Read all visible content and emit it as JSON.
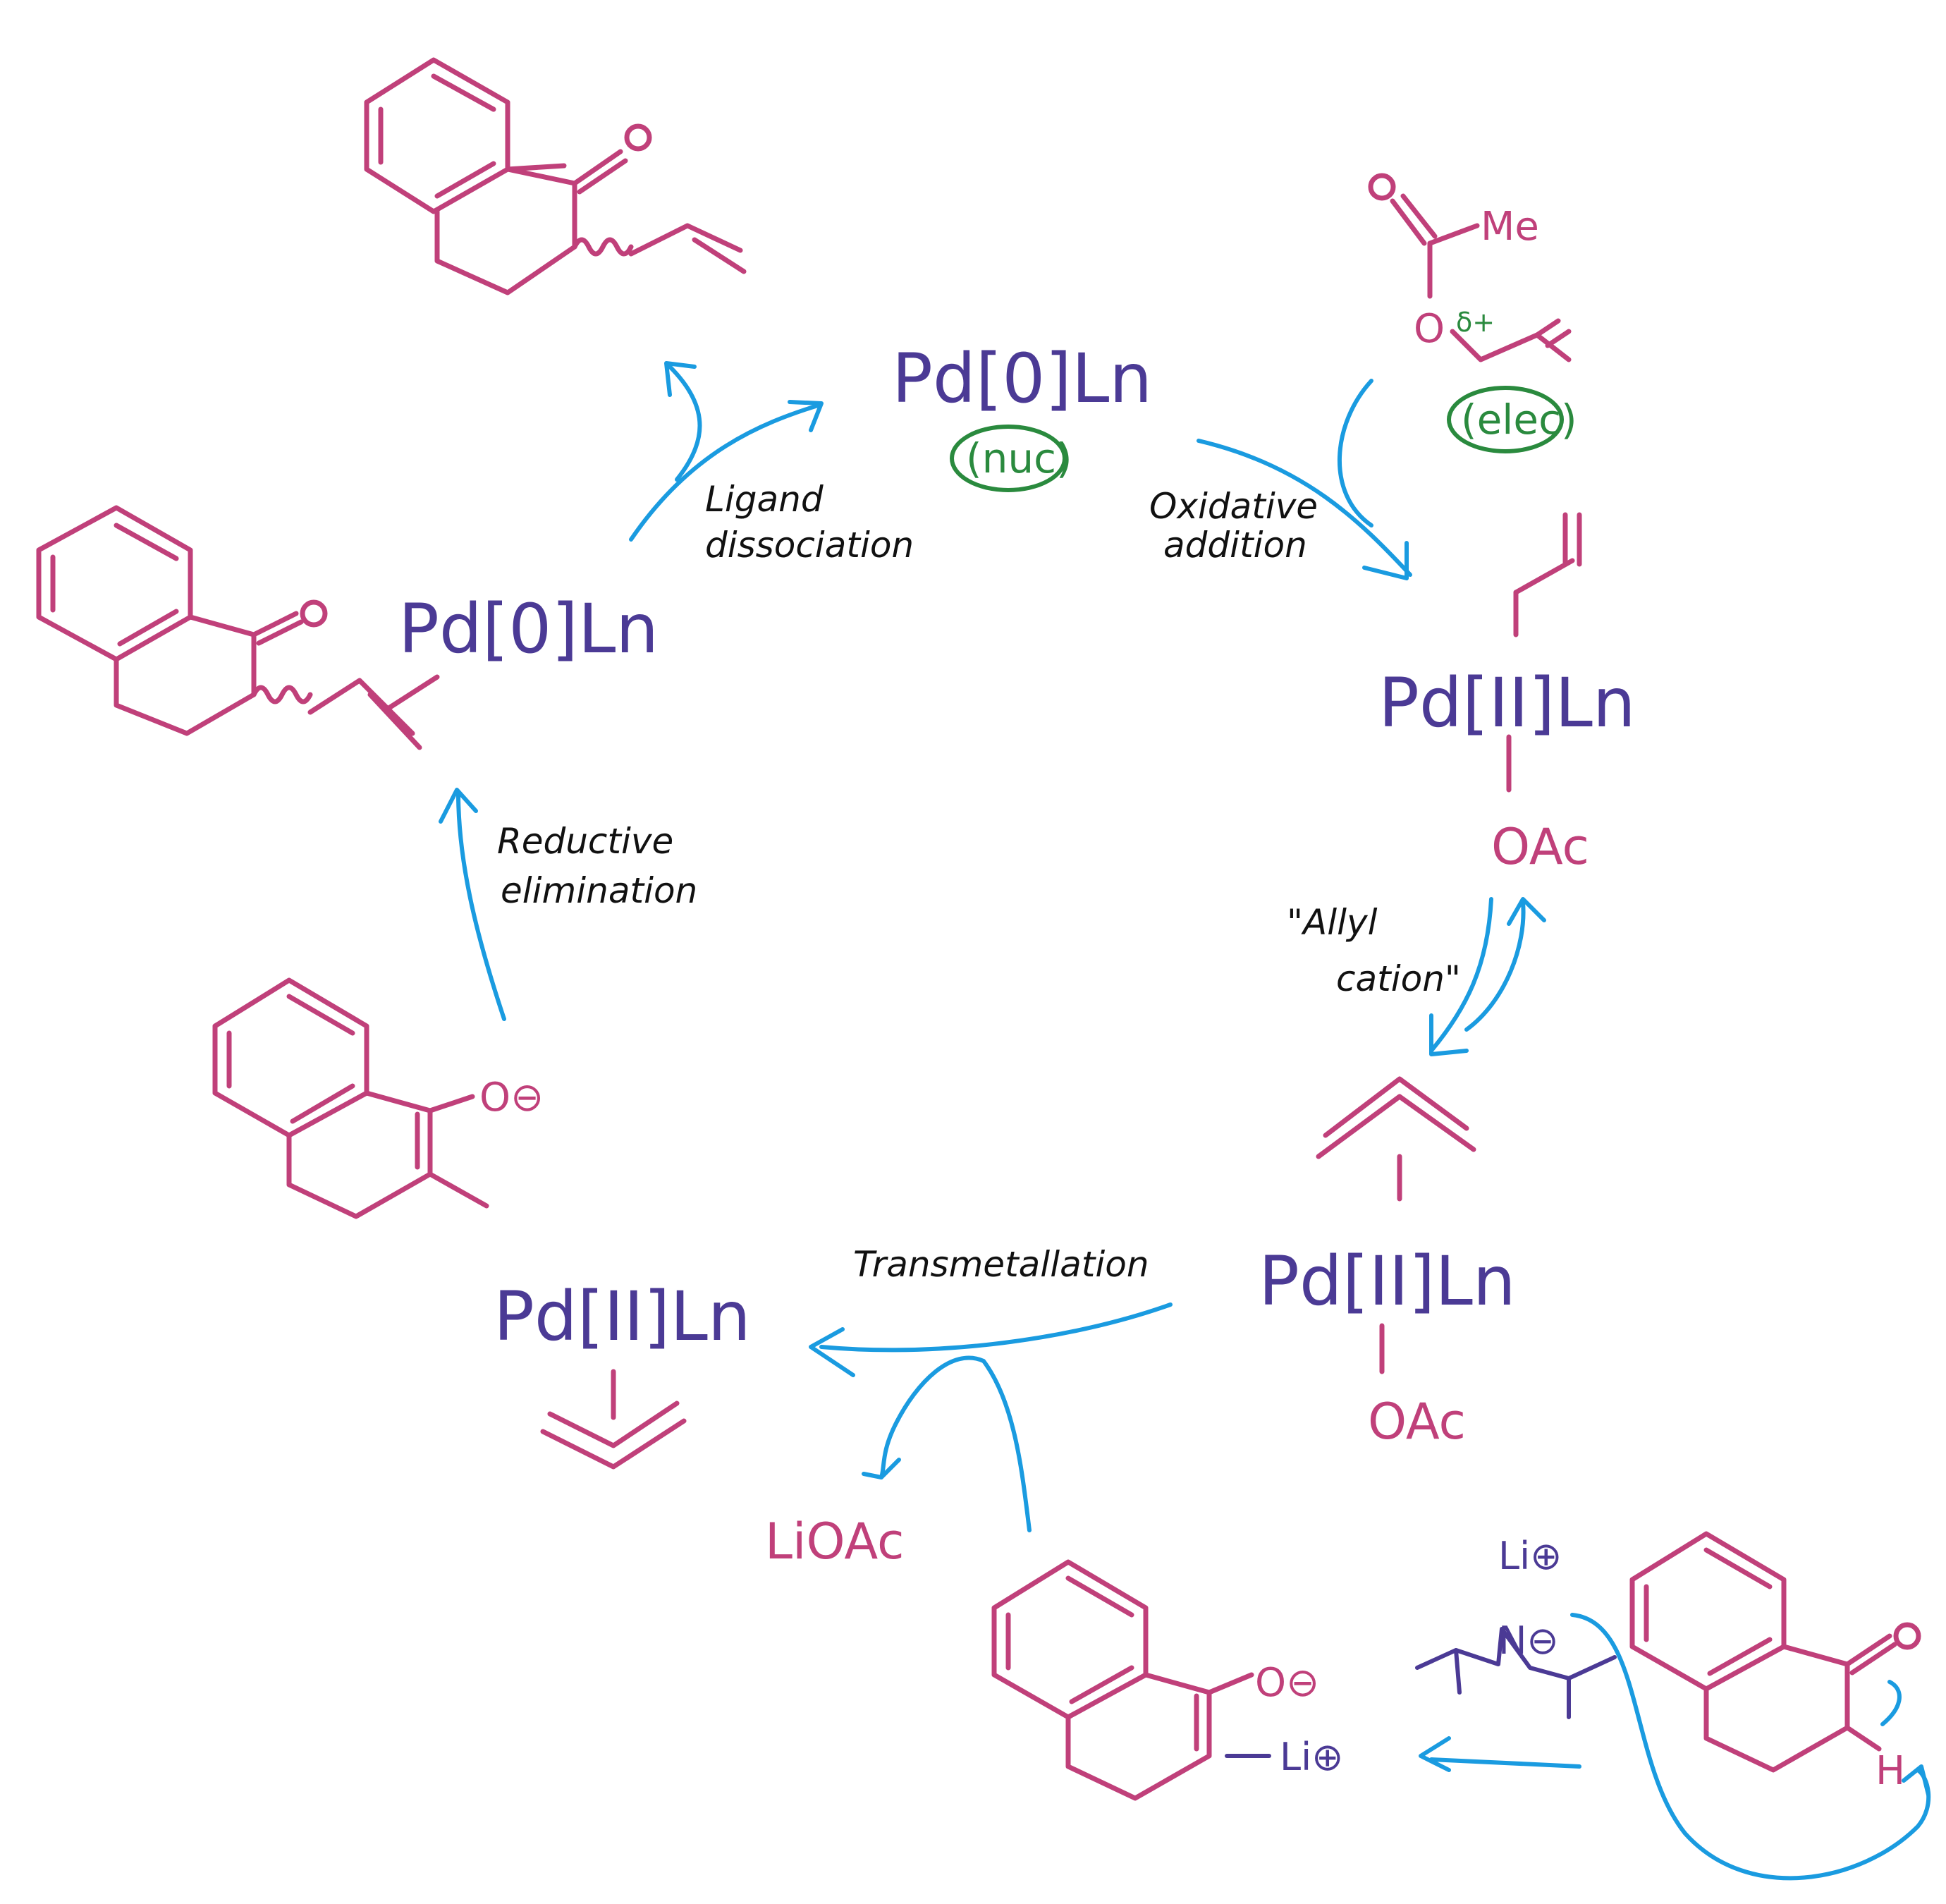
{
  "pd_labels": {
    "top": "Pd[0]Ln",
    "left_complex": "Pd[0]Ln",
    "right_ox": "Pd[II]Ln",
    "bottom_right": "Pd[II]Ln",
    "bottom_left": "Pd[II]Ln"
  },
  "annotations": {
    "nuc": "(nuc)",
    "elec": "(elec)",
    "delta_plus": "δ+",
    "O_carbonate": "O",
    "O_ester": "O",
    "Me": "Me"
  },
  "step_labels": {
    "ligand_dissociation": [
      "Ligand",
      "dissociation"
    ],
    "oxidative_addition": [
      "Oxidative",
      "addition"
    ],
    "reductive_elimination": [
      "Reductive",
      "elimination"
    ],
    "allyl_cation": [
      "\"Allyl",
      "cation\""
    ],
    "transmetallation": "Transmetallation"
  },
  "species": {
    "OAc_right": "OAc",
    "OAc_bottom_right": "OAc",
    "LiOAc": "LiOAc",
    "Li_plus_bottom": "Li⊕",
    "Li_plus_top": "Li⊕",
    "N_minus": "N⊖",
    "H": "H",
    "O_top_product": "O",
    "O_left_complex": "O",
    "O_enolate_left": "O⊖",
    "O_enolate_bottom": "O⊖",
    "O_ketone_bottom_right": "O"
  }
}
